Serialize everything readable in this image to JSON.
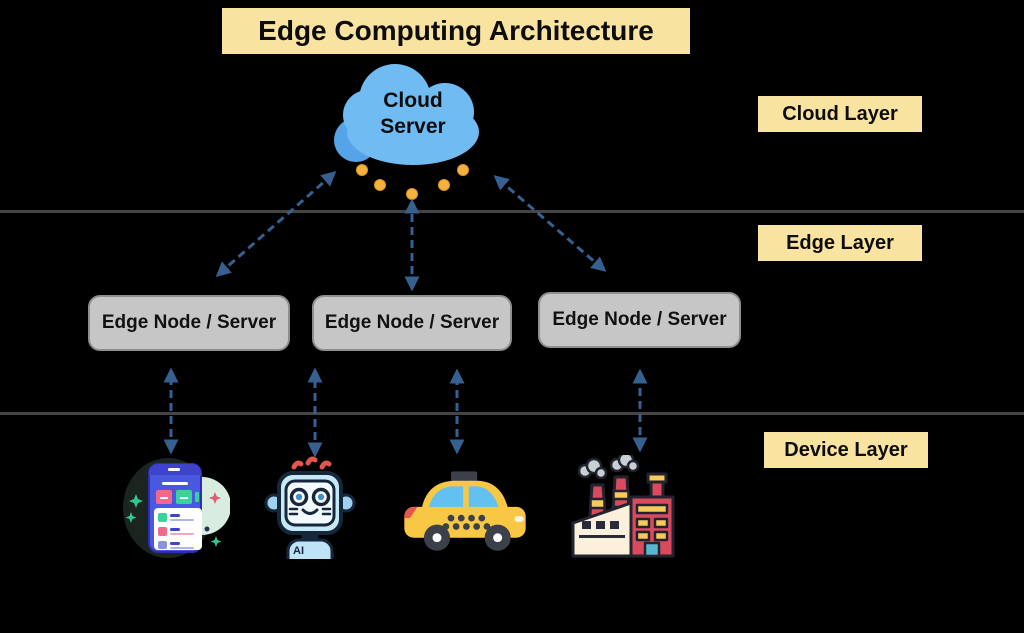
{
  "title": "Edge Computing Architecture",
  "cloud": {
    "label": "Cloud Server"
  },
  "layers": [
    {
      "label": "Cloud Layer"
    },
    {
      "label": "Edge Layer"
    },
    {
      "label": "Device Layer"
    }
  ],
  "edge_nodes": [
    {
      "label": "Edge Node / Server"
    },
    {
      "label": "Edge Node / Server"
    },
    {
      "label": "Edge Node / Server"
    }
  ],
  "devices": [
    {
      "name": "smartphone-icon"
    },
    {
      "name": "ai-robot-icon",
      "label": "AI"
    },
    {
      "name": "taxi-icon"
    },
    {
      "name": "factory-icon"
    }
  ],
  "colors": {
    "background": "#000000",
    "label_background": "#F9E3A1",
    "node_background": "#C6C6C6",
    "arrow": "#35608F",
    "cloud_fill": "#6FBBF2",
    "dot": "#F8B13E",
    "divider": "#454545"
  }
}
